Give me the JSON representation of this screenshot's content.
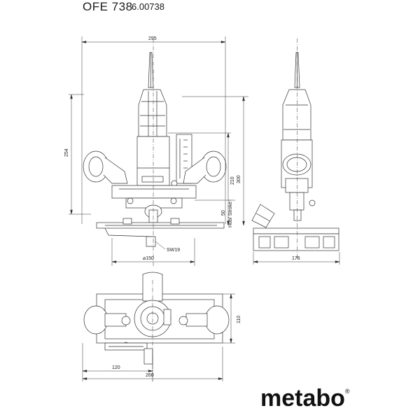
{
  "header": {
    "model": "OFE 738",
    "code": "6.00738"
  },
  "dimensions": {
    "width_top": "295",
    "height_left": "254",
    "height_210": "210",
    "height_300": "300",
    "stroke": "50",
    "stroke_label": "Hub/ Stroke",
    "wrench": "SW19",
    "base_dia": "⌀150",
    "side_width": "176",
    "plan_height": "110",
    "plan_120": "120",
    "plan_260": "260"
  },
  "brand": {
    "logo": "metabo",
    "reg": "®"
  }
}
